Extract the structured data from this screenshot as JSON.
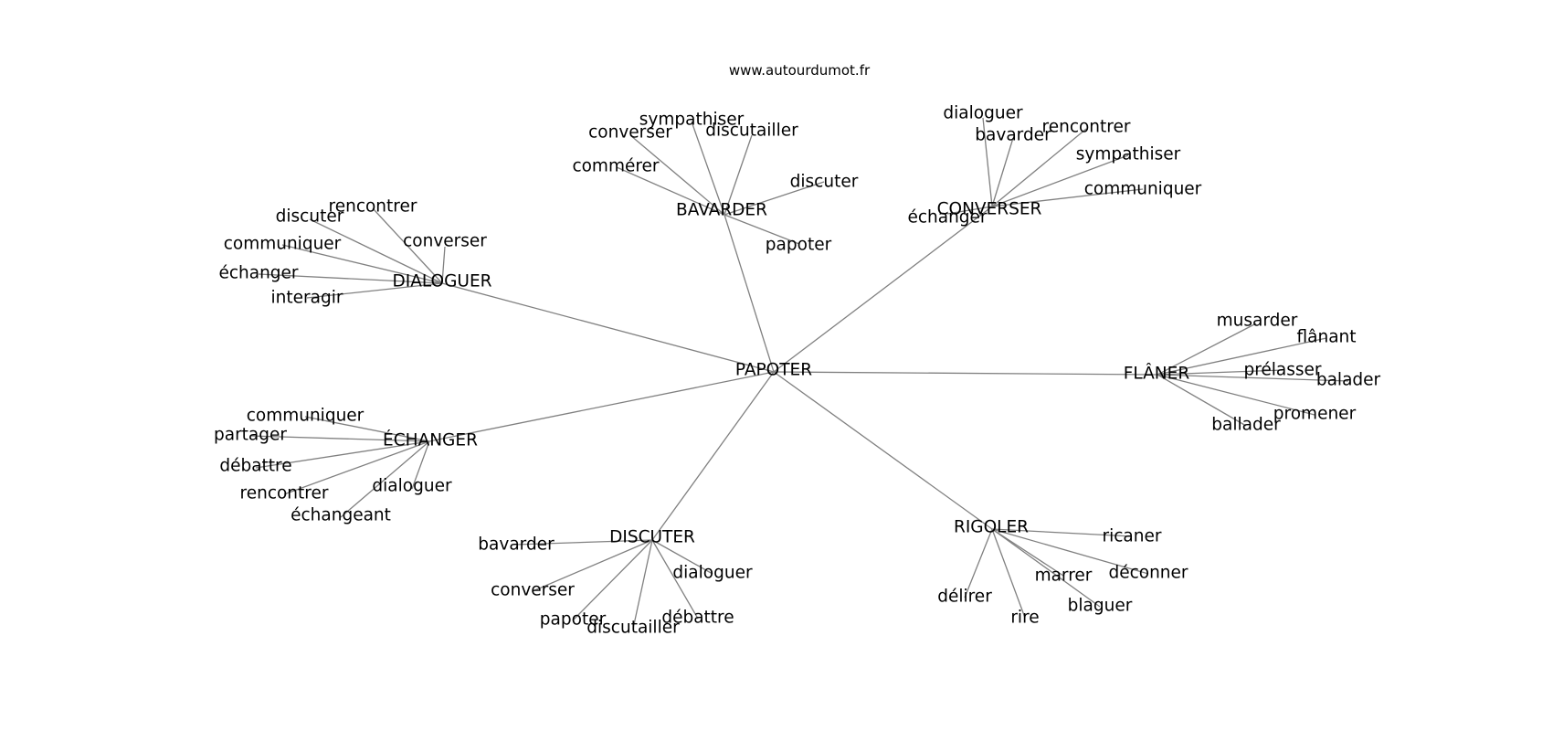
{
  "source": "www.autourdumot.fr",
  "edge_color": "#808080",
  "text_color": "#000000",
  "background": "#ffffff",
  "center": "PAPOTER",
  "hubs": [
    {
      "id": "bavarder",
      "label": "BAVARDER",
      "words": [
        "sympathiser",
        "converser",
        "discutailler",
        "commérer",
        "discuter",
        "papoter"
      ]
    },
    {
      "id": "converser",
      "label": "CONVERSER",
      "words": [
        "dialoguer",
        "rencontrer",
        "bavarder",
        "sympathiser",
        "communiquer",
        "échanger"
      ]
    },
    {
      "id": "dialoguer",
      "label": "DIALOGUER",
      "words": [
        "rencontrer",
        "discuter",
        "converser",
        "communiquer",
        "échanger",
        "interagir"
      ]
    },
    {
      "id": "flaner",
      "label": "FLÂNER",
      "words": [
        "musarder",
        "flânant",
        "prélasser",
        "balader",
        "promener",
        "ballader"
      ]
    },
    {
      "id": "echanger",
      "label": "ÉCHANGER",
      "words": [
        "communiquer",
        "partager",
        "débattre",
        "rencontrer",
        "dialoguer",
        "échangeant"
      ]
    },
    {
      "id": "discuter",
      "label": "DISCUTER",
      "words": [
        "bavarder",
        "dialoguer",
        "converser",
        "papoter",
        "débattre",
        "discutailler"
      ]
    },
    {
      "id": "rigoler",
      "label": "RIGOLER",
      "words": [
        "ricaner",
        "marrer",
        "déconner",
        "délirer",
        "blaguer",
        "rire"
      ]
    }
  ]
}
